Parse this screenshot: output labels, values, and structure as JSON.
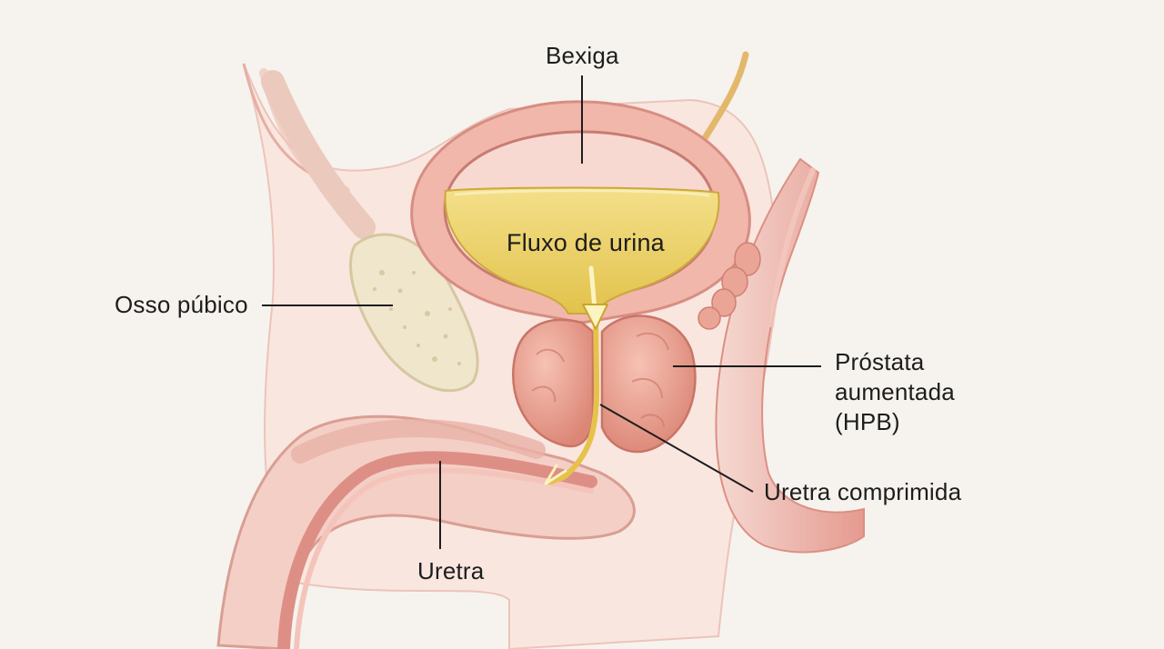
{
  "diagram": {
    "labels": {
      "bladder": "Bexiga",
      "urine_flow": "Fluxo de urina",
      "pubic_bone": "Osso púbico",
      "prostate_line1": "Próstata",
      "prostate_line2": "aumentada",
      "prostate_line3": "(HPB)",
      "compressed_urethra": "Uretra comprimida",
      "urethra": "Uretra"
    },
    "colors": {
      "background": "#f6f3ee",
      "tissue": "#f3d6cf",
      "tissue_dark": "#e3a79f",
      "bladder_wall": "#e8a096",
      "urine": "#e9cf63",
      "prostate": "#e99d8e",
      "bone": "#efe7cf",
      "leader_line": "#1d1d1d"
    }
  }
}
